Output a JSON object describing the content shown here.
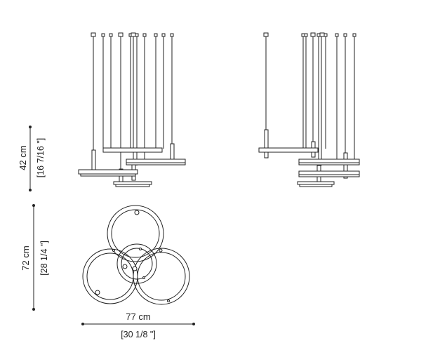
{
  "dimensions": {
    "height_front": {
      "metric": "42 cm",
      "imperial": "[16 7/16 \"]"
    },
    "depth_top": {
      "metric": "72 cm",
      "imperial": "[28 1/4 \"]"
    },
    "width_top": {
      "metric": "77 cm",
      "imperial": "[30 1/8 \"]"
    }
  },
  "colors": {
    "line": "#222222",
    "fill": "#ffffff"
  }
}
